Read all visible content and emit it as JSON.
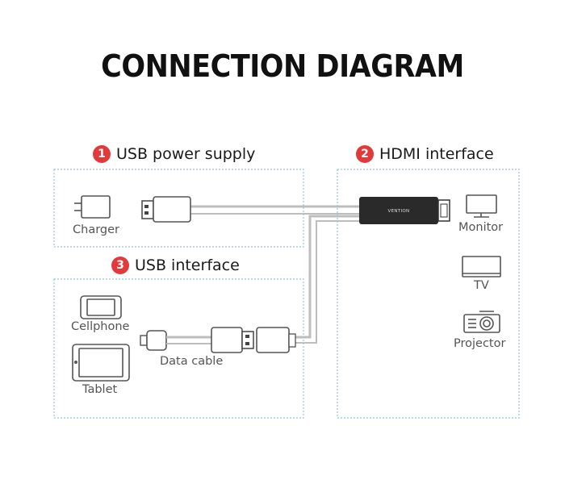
{
  "title": "CONNECTION DIAGRAM",
  "sections": {
    "usb_power": {
      "number": "1",
      "label": "USB power supply"
    },
    "hdmi": {
      "number": "2",
      "label": "HDMI interface"
    },
    "usb_interface": {
      "number": "3",
      "label": "USB interface"
    }
  },
  "devices": {
    "charger": "Charger",
    "cellphone": "Cellphone",
    "tablet": "Tablet",
    "data_cable": "Data cable",
    "monitor": "Monitor",
    "tv": "TV",
    "projector": "Projector"
  },
  "brand": "VENTION",
  "colors": {
    "badge": "#e23a3a",
    "dashed_border": "#7fb8d8",
    "cable": "#b8b8b8",
    "connector": "#2a2a2a"
  }
}
